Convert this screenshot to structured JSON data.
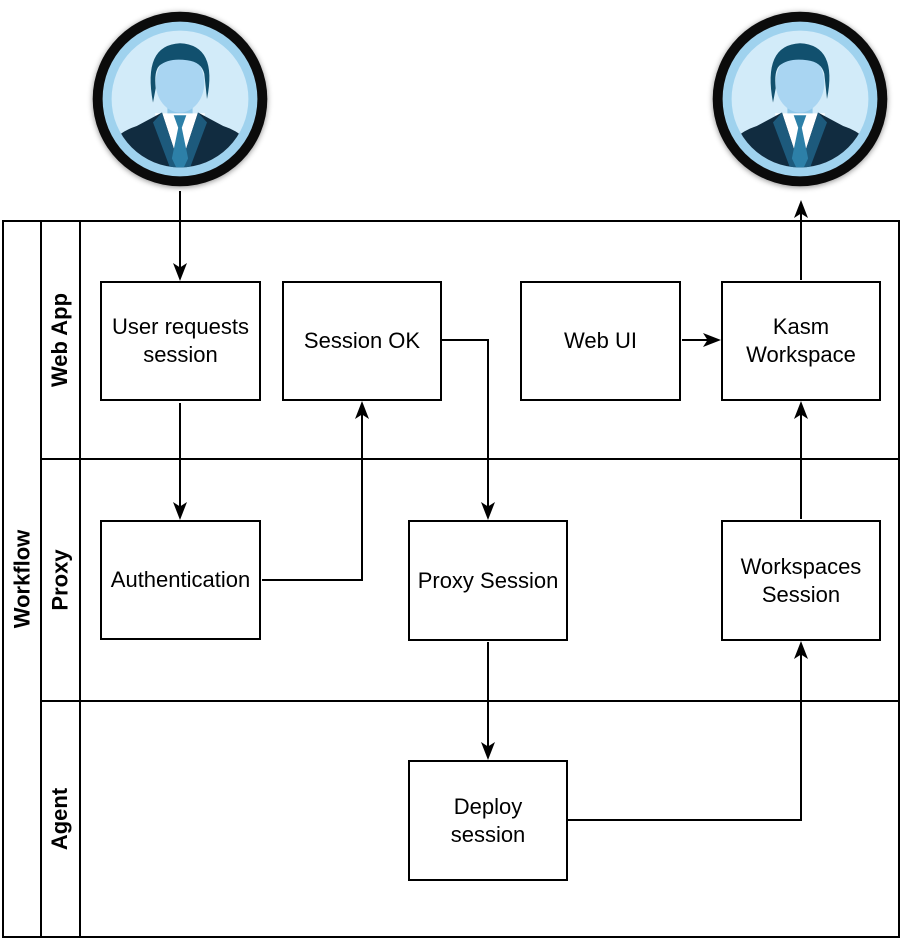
{
  "diagram": {
    "pool_title": "Workflow",
    "lanes": [
      {
        "label": "Web App"
      },
      {
        "label": "Proxy"
      },
      {
        "label": "Agent"
      }
    ],
    "nodes": [
      {
        "label": "User requests\nsession"
      },
      {
        "label": "Session OK"
      },
      {
        "label": "Web UI"
      },
      {
        "label": "Kasm\nWorkspace"
      },
      {
        "label": "Authentication"
      },
      {
        "label": "Proxy Session"
      },
      {
        "label": "Workspaces\nSession"
      },
      {
        "label": "Deploy\nsession"
      }
    ],
    "icons": {
      "left": "user-avatar-icon",
      "right": "user-avatar-icon"
    },
    "colors": {
      "line": "#000000",
      "node_fill": "#ffffff",
      "avatar_ring": "#0b0b0b",
      "avatar_ring_inner": "#9fd2ee",
      "avatar_bg": "#d2ebf9",
      "avatar_hair": "#11506e",
      "avatar_face": "#a9d5f2",
      "avatar_neck": "#8fc8e9",
      "avatar_suit": "#112c40",
      "avatar_lapel": "#1d5a7c",
      "avatar_shirt": "#ffffff",
      "avatar_tie": "#2d80a8"
    }
  }
}
